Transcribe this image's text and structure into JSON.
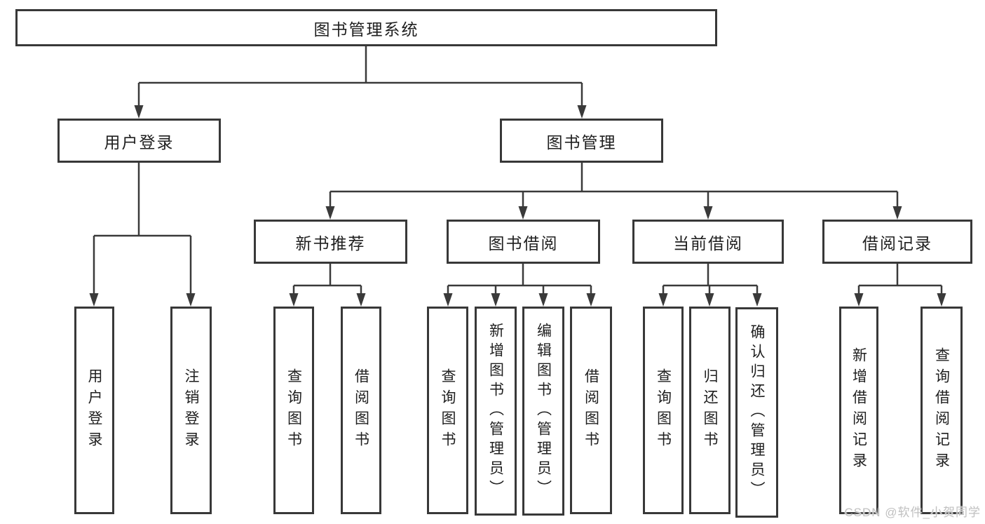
{
  "tree": {
    "root": "图书管理系统",
    "branches": [
      {
        "label": "用户登录",
        "children": [
          "用户登录",
          "注销登录"
        ]
      },
      {
        "label": "图书管理",
        "groups": [
          {
            "label": "新书推荐",
            "children": [
              "查询图书",
              "借阅图书"
            ]
          },
          {
            "label": "图书借阅",
            "children": [
              "查询图书",
              "新增图书（管理员）",
              "编辑图书（管理员）",
              "借阅图书"
            ]
          },
          {
            "label": "当前借阅",
            "children": [
              "查询图书",
              "归还图书",
              "确认归还（管理员）"
            ]
          },
          {
            "label": "借阅记录",
            "children": [
              "新增借阅记录",
              "查询借阅记录"
            ]
          }
        ]
      }
    ]
  },
  "watermark": "CSDN @软件_小贺同学",
  "colors": {
    "line": "#3a3a3a",
    "box_border": "#383838",
    "box_fill": "#ffffff",
    "text": "#1f1f1f",
    "watermark": "#c0c0c0",
    "background": "#ffffff"
  }
}
